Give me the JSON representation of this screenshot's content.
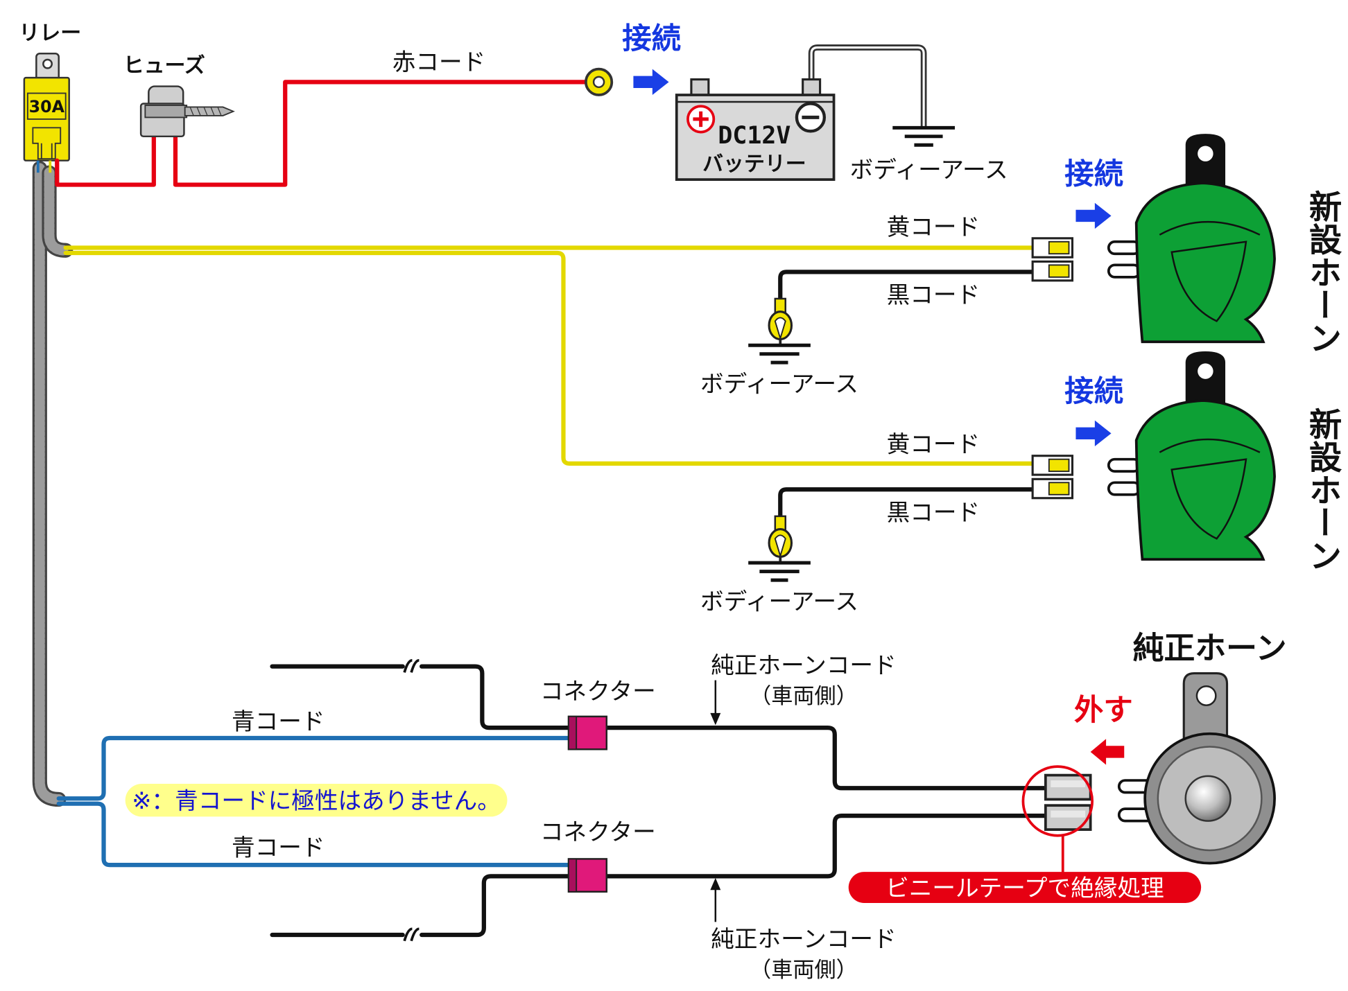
{
  "relay": {
    "label": "リレー",
    "rating": "30A"
  },
  "fuse": {
    "label": "ヒューズ"
  },
  "red_cord": {
    "label": "赤コード"
  },
  "battery": {
    "connect_label": "接続",
    "voltage": "DC12V",
    "label": "バッテリー",
    "ground_label": "ボディーアース"
  },
  "new_horns": [
    {
      "connect_label": "接続",
      "yellow_label": "黄コード",
      "black_label": "黒コード",
      "ground_label": "ボディーアース",
      "title": "新設ホーン"
    },
    {
      "connect_label": "接続",
      "yellow_label": "黄コード",
      "black_label": "黒コード",
      "ground_label": "ボディーアース",
      "title": "新設ホーン"
    }
  ],
  "stock_horn": {
    "title": "純正ホーン",
    "remove_label": "外す",
    "insulate_label": "ビニールテープで絶縁処理"
  },
  "connectors": [
    {
      "label": "コネクター",
      "blue_label": "青コード",
      "cord_label": "純正ホーンコード",
      "cord_side": "（車両側）"
    },
    {
      "label": "コネクター",
      "blue_label": "青コード",
      "cord_label": "純正ホーンコード",
      "cord_side": "（車両側）"
    }
  ],
  "note": "※：青コードに極性はありません。",
  "colors": {
    "red_cord": "#e60012",
    "yellow_cord": "#e3d800",
    "blue_cord": "#1f6fb2",
    "black_cord": "#111111",
    "connect_text": "#1437e0",
    "new_horn": "#0da035",
    "connector": "#e0197a",
    "note_background": "#ffff8c"
  },
  "icons": [
    "plus-terminal-icon",
    "minus-terminal-icon",
    "ground-icon",
    "arrow-right-icon",
    "arrow-left-icon",
    "arrow-down-icon",
    "arrow-up-icon"
  ]
}
